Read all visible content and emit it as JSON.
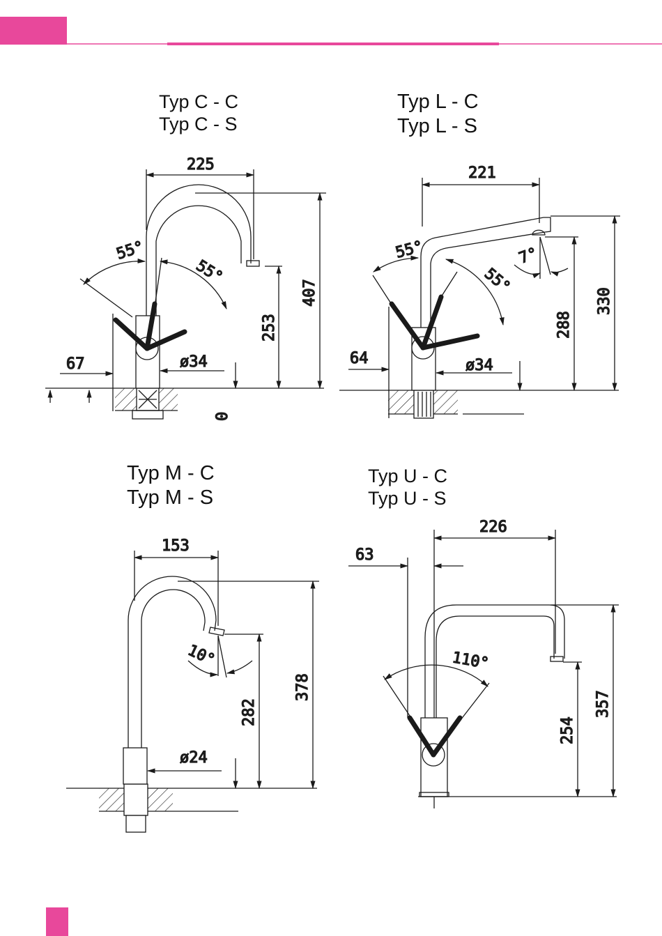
{
  "colors": {
    "accent": "#e8489b",
    "line": "#1a1a1a"
  },
  "diagrams": [
    {
      "id": "typ-c",
      "titles": [
        "Typ C - C",
        "Typ C - S"
      ],
      "dims": {
        "reach": "225",
        "height_total": "407",
        "height_outlet": "253",
        "offset": "67",
        "diameter": "ø34",
        "angle_left": "55°",
        "angle_right": "55°",
        "zero": "0"
      }
    },
    {
      "id": "typ-l",
      "titles": [
        "Typ L - C",
        "Typ L - S"
      ],
      "dims": {
        "reach": "221",
        "height_total": "330",
        "height_outlet": "288",
        "offset": "64",
        "diameter": "ø34",
        "angle_left": "55°",
        "angle_right": "55°",
        "tilt": "7°"
      }
    },
    {
      "id": "typ-m",
      "titles": [
        "Typ M - C",
        "Typ M - S"
      ],
      "dims": {
        "reach": "153",
        "height_total": "378",
        "height_outlet": "282",
        "diameter": "ø24",
        "tilt": "10°"
      }
    },
    {
      "id": "typ-u",
      "titles": [
        "Typ U - C",
        "Typ U - S"
      ],
      "dims": {
        "reach": "226",
        "offset": "63",
        "height_total": "357",
        "height_outlet": "254",
        "angle": "110°"
      }
    }
  ]
}
